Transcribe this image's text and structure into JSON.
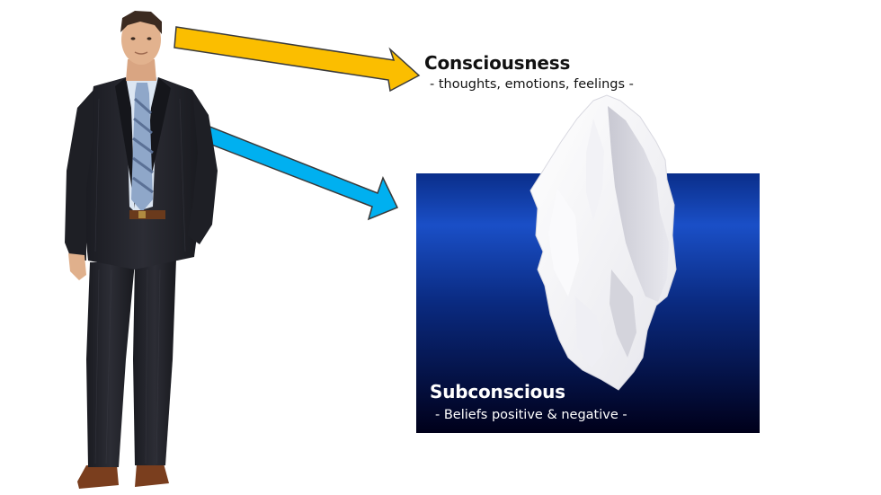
{
  "consciousness": {
    "title": "Consciousness",
    "subtitle": "- thoughts, emotions, feelings -"
  },
  "subconscious": {
    "title": "Subconscious",
    "subtitle": "- Beliefs positive & negative -"
  },
  "colors": {
    "consciousness_arrow": "#FBBE00",
    "subconscious_arrow": "#00B0F0",
    "ocean_top": "#1A4FC7",
    "ocean_bottom": "#00001A",
    "suit": "#23242B",
    "shirt": "#DCE6F2",
    "tie": "#8FA7C9"
  },
  "icons": {
    "person": "man-in-suit-figure",
    "iceberg": "iceberg-icon"
  }
}
